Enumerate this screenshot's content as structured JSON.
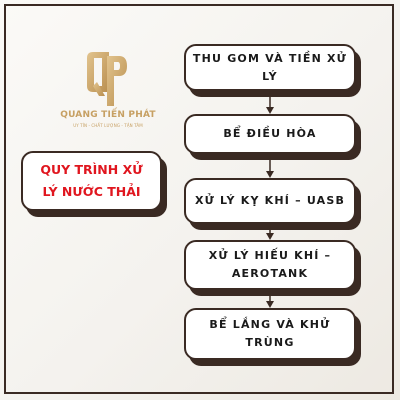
{
  "brand": {
    "name": "QUANG TIẾN PHÁT",
    "tagline": "UY TÍN - CHẤT LƯỢNG - TẬN TÂM",
    "logo_icon": "qp-monogram-icon"
  },
  "title": {
    "line1": "QUY TRÌNH XỬ",
    "line2": "LÝ NƯỚC THẢI"
  },
  "steps": [
    {
      "line1": "THU GOM VÀ TIỀN XỬ LÝ",
      "line2": ""
    },
    {
      "line1": "BỂ ĐIỀU HÒA",
      "line2": ""
    },
    {
      "line1": "XỬ LÝ KỴ KHÍ – UASB",
      "line2": ""
    },
    {
      "line1": "XỬ LÝ HIẾU KHÍ –",
      "line2": "AEROTANK"
    },
    {
      "line1": "BỂ LẮNG VÀ KHỬ",
      "line2": "TRÙNG"
    }
  ],
  "colors": {
    "title_text": "#e0161f",
    "border": "#3a2a23",
    "brand_gold": "#c7a063"
  }
}
